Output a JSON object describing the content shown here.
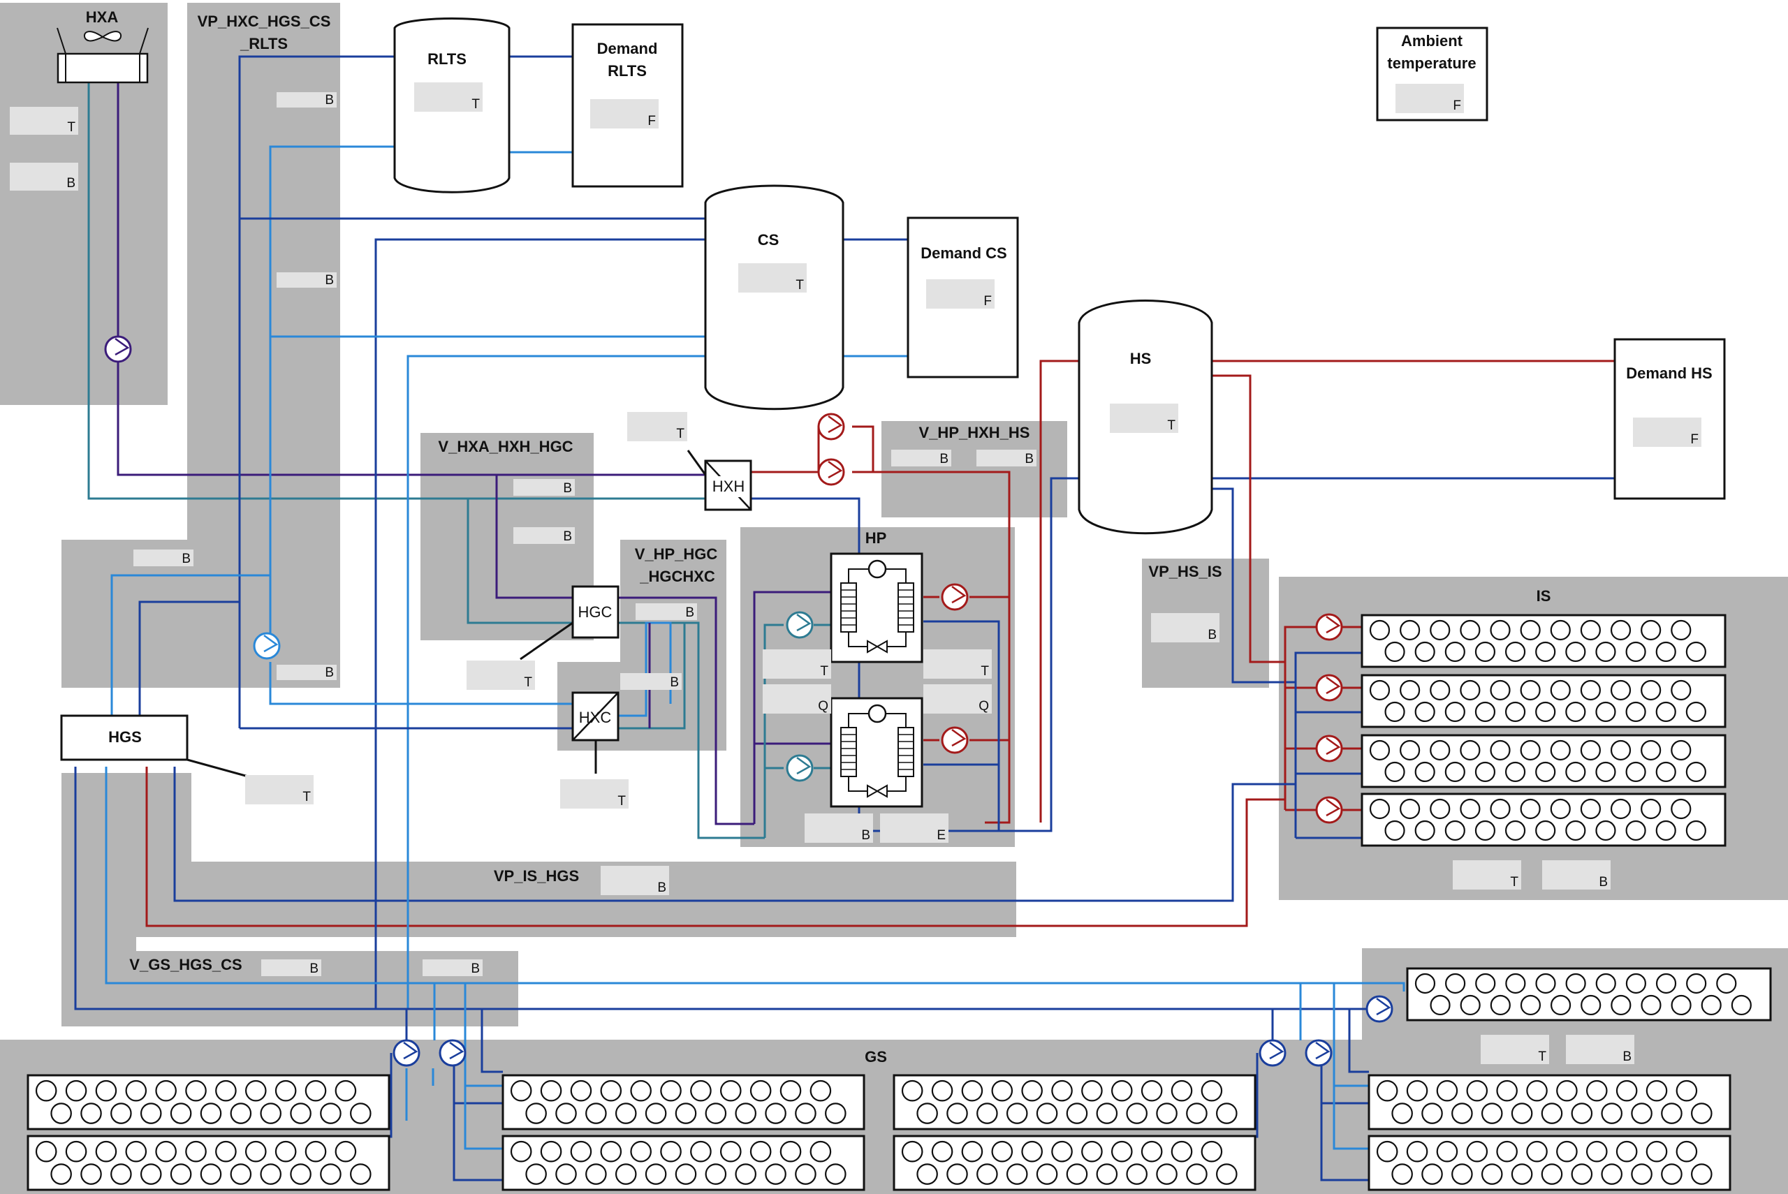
{
  "labels": {
    "hxa": "HXA",
    "vp_hxc_hgs_cs_rlts_1": "VP_HXC_HGS_CS",
    "vp_hxc_hgs_cs_rlts_2": "_RLTS",
    "rlts": "RLTS",
    "demand_rlts_1": "Demand",
    "demand_rlts_2": "RLTS",
    "ambient_1": "Ambient",
    "ambient_2": "temperature",
    "cs": "CS",
    "demand_cs": "Demand CS",
    "hs": "HS",
    "demand_hs": "Demand HS",
    "v_hxa_hxh_hgc": "V_HXA_HXH_HGC",
    "v_hp_hxh_hs": "V_HP_HXH_HS",
    "hxh": "HXH",
    "hp": "HP",
    "v_hp_hgc_hgchxc_1": "V_HP_HGC",
    "v_hp_hgc_hgchxc_2": "_HGCHXC",
    "hgc": "HGC",
    "hxc": "HXC",
    "vp_hs_is": "VP_HS_IS",
    "is": "IS",
    "hgs": "HGS",
    "vp_is_hgs": "VP_IS_HGS",
    "v_gs_hgs_cs": "V_GS_HGS_CS",
    "gs": "GS"
  },
  "slot_codes": {
    "T": "T",
    "B": "B",
    "F": "F",
    "Q": "Q",
    "E": "E"
  },
  "colors": {
    "group_background": "#b5b5b5",
    "value_slot": "#e2e2e2",
    "return_line": "#1a3e9c",
    "supply_line": "#2a88d8",
    "hot_line": "#a31a1a",
    "ambient_loop": "#3b1c7a",
    "recooling_loop": "#2d7b92"
  },
  "icons": [
    "fan-icon",
    "pump-icon",
    "heat-exchanger-icon",
    "heat-pump-icon",
    "expansion-valve-icon",
    "borehole-field-icon"
  ]
}
